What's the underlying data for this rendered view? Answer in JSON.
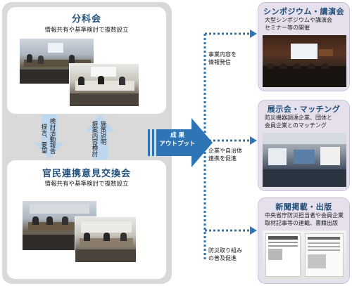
{
  "left": {
    "bunkakai": {
      "title": "分科会",
      "subtitle": "情報共有や基準検討で複数設立"
    },
    "kanmin": {
      "title": "官民連携意見交換会",
      "subtitle": "情報共有や基準検討で複数設立"
    },
    "down_arrow": {
      "line1": "検討活動報告",
      "line2": "提言、要望"
    },
    "up_arrow": {
      "line1": "施策説明",
      "line2": "提案内容検討"
    }
  },
  "result_arrow": {
    "line1": "成 果",
    "line2": "アウトプット"
  },
  "flows": [
    {
      "line1": "事業内容を",
      "line2": "情報発信"
    },
    {
      "line1": "企業や自治体",
      "line2": "連携を促進"
    },
    {
      "line1": "防災取り組み",
      "line2": "の普及促進"
    }
  ],
  "outputs": [
    {
      "title": "シンポジウム・講演会",
      "line1": "大型シンポジウムや講演会",
      "line2": "セミナー等の開催"
    },
    {
      "title": "展示会・マッチング",
      "line1": "防災機器調達企業、団体と",
      "line2": "会員企業とのマッチング"
    },
    {
      "title": "新聞掲載・出版",
      "line1": "中央省庁防災担当者や会員企業",
      "line2": "取材記事等の連載、書籍出版"
    }
  ],
  "colors": {
    "panel": "#d9d9d9",
    "arrow_blue": "#2e75b6",
    "arrow_light": "#bdd7ee",
    "title_blue": "#1f4e79",
    "output_card": "#e6e0ed",
    "dotted": "#2e75b6"
  }
}
